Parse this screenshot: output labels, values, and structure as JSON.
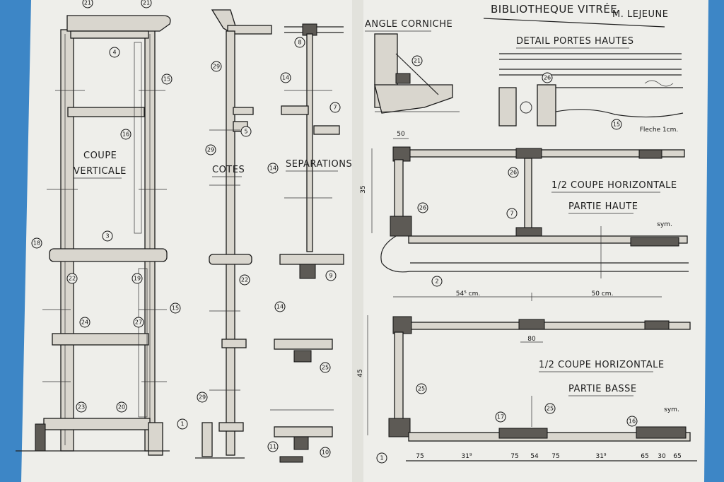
{
  "sheet": {
    "title": "BIBLIOTHEQUE VITRÉE",
    "author": "M. LEJEUNE",
    "colors": {
      "background": "#3d86c6",
      "paper": "#eeeeea",
      "ink": "#1e1e1e"
    }
  },
  "labels": {
    "coupe_verticale_1": "COUPE",
    "coupe_verticale_2": "VERTICALE",
    "cotes": "COTES",
    "separations": "SEPARATIONS",
    "angle_corniche": "ANGLE CORNICHE",
    "detail_portes_hautes": "DETAIL PORTES HAUTES",
    "fleche": "Fleche 1cm.",
    "coupe_haute_1": "1/2 COUPE HORIZONTALE",
    "coupe_haute_2": "PARTIE HAUTE",
    "coupe_basse_1": "1/2 COUPE HORIZONTALE",
    "coupe_basse_2": "PARTIE BASSE",
    "sym_1": "sym.",
    "sym_2": "sym."
  },
  "callouts": {
    "c21a": "21",
    "c21b": "21",
    "c4": "4",
    "c15a": "15",
    "c16": "16",
    "c3": "3",
    "c18": "18",
    "c22a": "22",
    "c19": "19",
    "c15b": "15",
    "c24": "24",
    "c27": "27",
    "c23": "23",
    "c20": "20",
    "c1a": "1",
    "c29a": "29",
    "c5": "5",
    "c29b": "29",
    "c22b": "22",
    "c29c": "29",
    "c8": "8",
    "c14a": "14",
    "c7": "7",
    "c14b": "14",
    "c9": "9",
    "c14c": "14",
    "c25a": "25",
    "c11": "11",
    "c10": "10",
    "c21c": "21",
    "c26a": "26",
    "c15c": "15",
    "c26b": "26",
    "c26c": "26",
    "c7b": "7",
    "c2": "2",
    "c25b": "25",
    "c17": "17",
    "c25c": "25",
    "c16b": "16",
    "c1b": "1"
  },
  "dimensions": {
    "top_width_small": "50",
    "height_upper": "35",
    "width_left": "54⁵ cm.",
    "width_right": "50 cm.",
    "gap_mid": "80",
    "height_lower": "45",
    "bottom_row": [
      "75",
      "31⁹",
      "75",
      "54",
      "75",
      "31⁹",
      "65",
      "30",
      "65"
    ]
  }
}
